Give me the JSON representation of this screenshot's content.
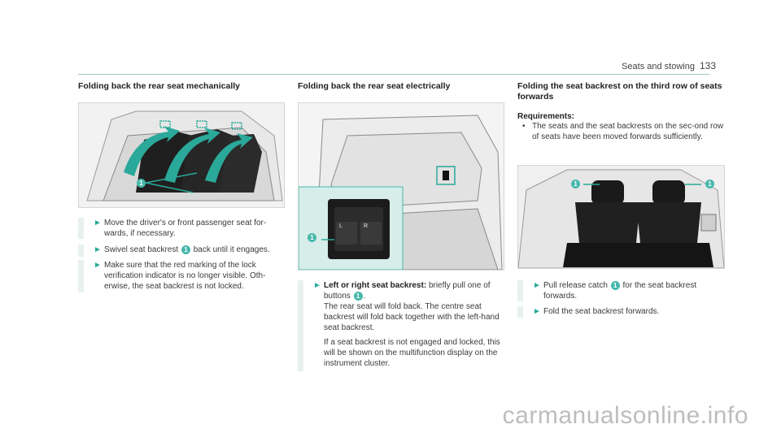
{
  "header": {
    "section": "Seats and stowing",
    "page": "133"
  },
  "col1": {
    "title": "Folding back the rear seat mechanically",
    "figure_callout": "1",
    "steps": [
      {
        "text": "Move the driver's or front passenger seat for-wards, if necessary."
      },
      {
        "pre": "Swivel seat backrest",
        "badge": "1",
        "post": "back until it engages."
      },
      {
        "text": "Make sure that the red marking of the lock verification indicator is no longer visible. Oth-erwise, the seat backrest is not locked."
      }
    ]
  },
  "col2": {
    "title": "Folding back the rear seat electrically",
    "figure_callout": "1",
    "switch_labels": [
      "L",
      "R"
    ],
    "step": {
      "label": "Left or right seat backrest:",
      "pre": "briefly pull one of buttons",
      "badge": "1",
      "post": ".",
      "para1": "The rear seat will fold back. The centre seat backrest will fold back together with the left-hand seat backrest.",
      "para2": "If a seat backrest is not engaged and locked, this will be shown on the multifunction display on the instrument cluster."
    }
  },
  "col3": {
    "title": "Folding the seat backrest on the third row of seats forwards",
    "req_title": "Requirements:",
    "req_item": "The seats and the seat backrests on the sec-ond row of seats have been moved forwards sufficiently.",
    "figure_callouts": [
      "1",
      "1"
    ],
    "steps": [
      {
        "pre": "Pull release catch",
        "badge": "1",
        "post": "for the seat backrest forwards."
      },
      {
        "text": "Fold the seat backrest forwards."
      }
    ]
  },
  "footer": {
    "watermark": "carmanualsonline.info"
  },
  "colors": {
    "accent": "#47b8ab",
    "rule": "#9ec9bf",
    "bar": "#e8f1ef"
  }
}
